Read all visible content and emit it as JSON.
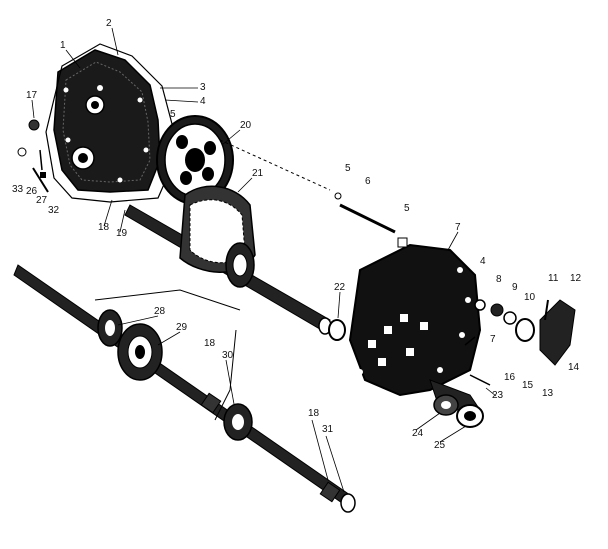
{
  "diagram": {
    "description_free": true,
    "callouts": [
      {
        "id": "c1",
        "label": "1"
      },
      {
        "id": "c2",
        "label": "2"
      },
      {
        "id": "c3",
        "label": "3"
      },
      {
        "id": "c4a",
        "label": "4"
      },
      {
        "id": "c4b",
        "label": "4"
      },
      {
        "id": "c5a",
        "label": "5"
      },
      {
        "id": "c5b",
        "label": "5"
      },
      {
        "id": "c5c",
        "label": "5"
      },
      {
        "id": "c6",
        "label": "6"
      },
      {
        "id": "c7",
        "label": "7"
      },
      {
        "id": "c7b",
        "label": "7"
      },
      {
        "id": "c8",
        "label": "8"
      },
      {
        "id": "c9",
        "label": "9"
      },
      {
        "id": "c10",
        "label": "10"
      },
      {
        "id": "c11",
        "label": "11"
      },
      {
        "id": "c12",
        "label": "12"
      },
      {
        "id": "c13",
        "label": "13"
      },
      {
        "id": "c14",
        "label": "14"
      },
      {
        "id": "c15",
        "label": "15"
      },
      {
        "id": "c16",
        "label": "16"
      },
      {
        "id": "c17",
        "label": "17"
      },
      {
        "id": "c18a",
        "label": "18"
      },
      {
        "id": "c18b",
        "label": "18"
      },
      {
        "id": "c18c",
        "label": "18"
      },
      {
        "id": "c19",
        "label": "19"
      },
      {
        "id": "c20",
        "label": "20"
      },
      {
        "id": "c21",
        "label": "21"
      },
      {
        "id": "c22",
        "label": "22"
      },
      {
        "id": "c23",
        "label": "23"
      },
      {
        "id": "c24",
        "label": "24"
      },
      {
        "id": "c25",
        "label": "25"
      },
      {
        "id": "c26",
        "label": "26"
      },
      {
        "id": "c27",
        "label": "27"
      },
      {
        "id": "c28",
        "label": "28"
      },
      {
        "id": "c29",
        "label": "29"
      },
      {
        "id": "c30",
        "label": "30"
      },
      {
        "id": "c31",
        "label": "31"
      },
      {
        "id": "c32",
        "label": "32"
      },
      {
        "id": "c33",
        "label": "33"
      }
    ]
  }
}
